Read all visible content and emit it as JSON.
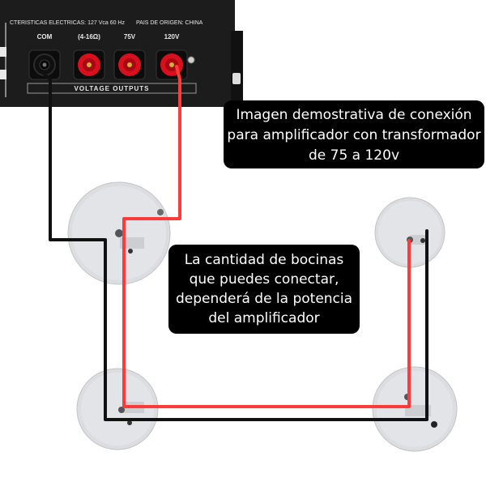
{
  "amplifier": {
    "spec_text": "CTERISTICAS ELECTRICAS: 127 Vca 60 Hz",
    "origin_text": "PAIS DE ORIGEN: CHINA",
    "terminal_labels": [
      "COM",
      "(4-16Ω)",
      "75V",
      "120V"
    ],
    "section_label": "VOLTAGE OUTPUTS"
  },
  "callouts": {
    "connection_note": [
      "Imagen demostrativa de conexión",
      "para amplificador con transformador",
      "de 75 a 120v"
    ],
    "speaker_note": [
      "La cantidad de bocinas",
      "que puedes conectar,",
      "dependerá de la potencia",
      "del amplificador"
    ]
  },
  "colors": {
    "positive_wire": "#ff3a3a",
    "common_wire": "#111111",
    "panel": "#1c1c1c",
    "terminal_red": "#d8101e",
    "speaker_face": "#dcdde0"
  }
}
